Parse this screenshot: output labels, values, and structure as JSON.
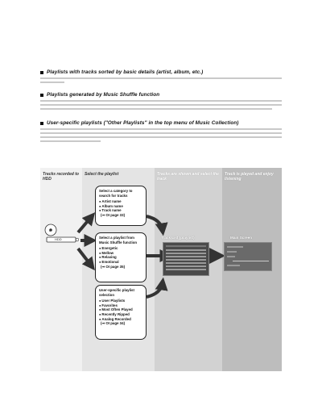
{
  "sections": [
    {
      "heading": "Playlists with tracks sorted by basic details (artist, album, etc.)"
    },
    {
      "heading": "Playlists generated by Music Shuffle function"
    },
    {
      "heading": "User-specific playlists (\"Other Playlists\" in the top menu of Music Collection)"
    }
  ],
  "diagram": {
    "columns": [
      {
        "title": "Tracks recorded to HDD"
      },
      {
        "title": "Select the playlist"
      },
      {
        "title": "Tracks are shown and select the track"
      },
      {
        "title": "Track is played and enjoy listening"
      }
    ],
    "device_label": "HDD",
    "boxes": [
      {
        "title": "Select a category to search for tracks",
        "items": [
          "Artist name",
          "Album name",
          "Track name"
        ],
        "ref": "(⇒ OI page 33)"
      },
      {
        "title": "Select a playlist from Music Shuffle function",
        "items": [
          "Energetic",
          "Mellow",
          "Relaxing",
          "Emotional"
        ],
        "ref": "(⇒ OI page 35)"
      },
      {
        "title": "User-specific playlist selection",
        "items": [
          "User Playlists",
          "Favorites",
          "Most Often Played",
          "Recently Ripped",
          "Analog Recorded"
        ],
        "ref": "(⇒ OI page 34)"
      }
    ],
    "track_list_label": "Track List (playlist)",
    "main_screen_label": "Main Screen",
    "colors": {
      "col1": "#f1f1f1",
      "col2": "#e4e4e4",
      "col3": "#d2d2d2",
      "col4": "#bdbdbd",
      "arrow": "#333333"
    }
  }
}
